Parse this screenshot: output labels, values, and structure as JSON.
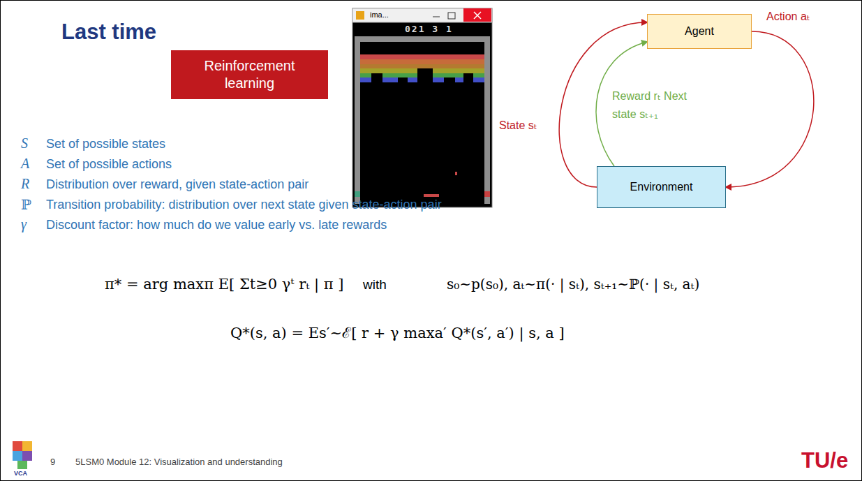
{
  "diagram": {
    "title": "Last time",
    "nodes": [
      {
        "text": [
          "Reinforcement learning"
        ]
      },
      {
        "text": [
          "Agent"
        ]
      },
      {
        "text": [
          "Environment"
        ]
      }
    ],
    "edges": [
      {
        "from": 1,
        "to": 2,
        "arrow": "to",
        "label": "Action aₜ"
      },
      {
        "from": 2,
        "to": 1,
        "arrow": "to",
        "label": "State sₜ"
      },
      {
        "from": 2,
        "to": 1,
        "arrow": "to",
        "label": "Reward rₜ Next state sₜ₊₁"
      }
    ],
    "labels": [
      "ima...",
      "021 3 1",
      "S",
      "Set of possible states",
      "A",
      "Set of possible actions",
      "R",
      "Distribution over reward, given state-action pair",
      "ℙ",
      "Transition probability: distribution over next state given state-action pair",
      "γ",
      "Discount factor: how much do we value early vs. late rewards",
      "π* = arg maxπ E[ Σt≥0 γᵗ rₜ | π ]",
      "with",
      "s₀~p(s₀), aₜ~π(· | sₜ), sₜ₊₁~ℙ(· | sₜ, aₜ)",
      "Q*(s, a) = Es′~ℰ[ r + γ maxa′ Q*(s′, a′) | s, a ]",
      "9",
      "5LSM0 Module 12: Visualization and understanding",
      "TU/e",
      "VCA"
    ]
  }
}
